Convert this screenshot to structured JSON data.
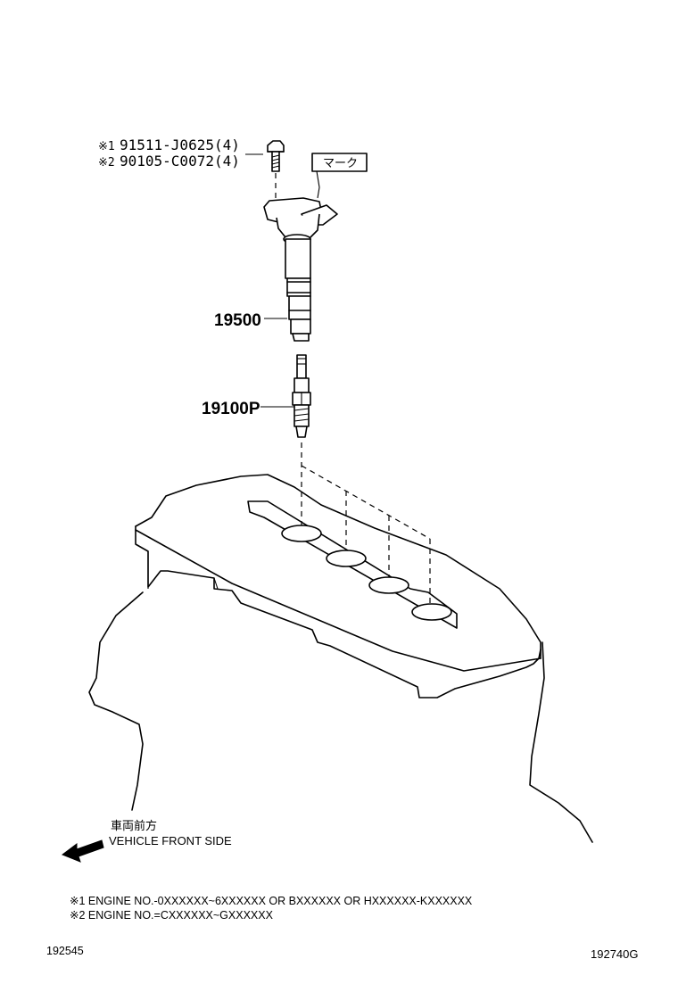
{
  "parts": {
    "bolt_1": {
      "mark": "※1",
      "number": "91511-J0625(4)"
    },
    "bolt_2": {
      "mark": "※2",
      "number": "90105-C0072(4)"
    },
    "mark_label": "マーク",
    "ignition_coil": "19500",
    "spark_plug": "19100P"
  },
  "direction": {
    "label_jp": "車両前方",
    "label_en": "VEHICLE FRONT SIDE"
  },
  "notes": [
    "※1 ENGINE NO.-0XXXXXX~6XXXXXX OR BXXXXXX OR HXXXXXX-KXXXXXX",
    "※2 ENGINE NO.=CXXXXXX~GXXXXXX"
  ],
  "footer": {
    "left_code": "192545",
    "right_code": "192740G"
  }
}
